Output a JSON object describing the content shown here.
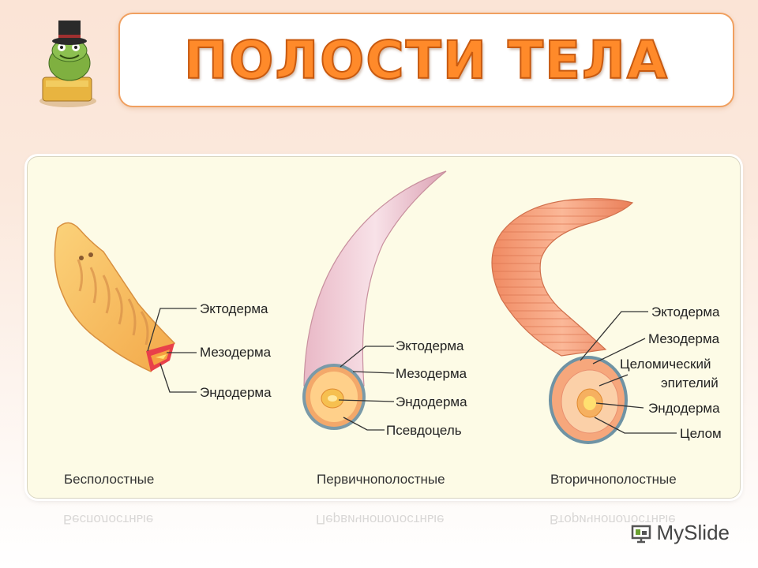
{
  "header": {
    "title": "ПОЛОСТИ ТЕЛА"
  },
  "diagram": {
    "acoelomate": {
      "caption": "Бесполостные",
      "labels": [
        "Эктодерма",
        "Мезодерма",
        "Эндодерма"
      ]
    },
    "pseudocoelomate": {
      "caption": "Первичнополостные",
      "labels": [
        "Эктодерма",
        "Мезодерма",
        "Эндодерма",
        "Псевдоцель"
      ]
    },
    "coelomate": {
      "caption": "Вторичнополостные",
      "labels": [
        "Эктодерма",
        "Мезодерма",
        "Целомический",
        "эпителий",
        "Эндодерма",
        "Целом"
      ]
    }
  },
  "logo": {
    "text": "MySlide"
  },
  "colors": {
    "title": "#ff8a2a",
    "title_stroke": "#c85a10",
    "panel_bg": "#fdfbe6",
    "worm": "#f4a07a"
  }
}
